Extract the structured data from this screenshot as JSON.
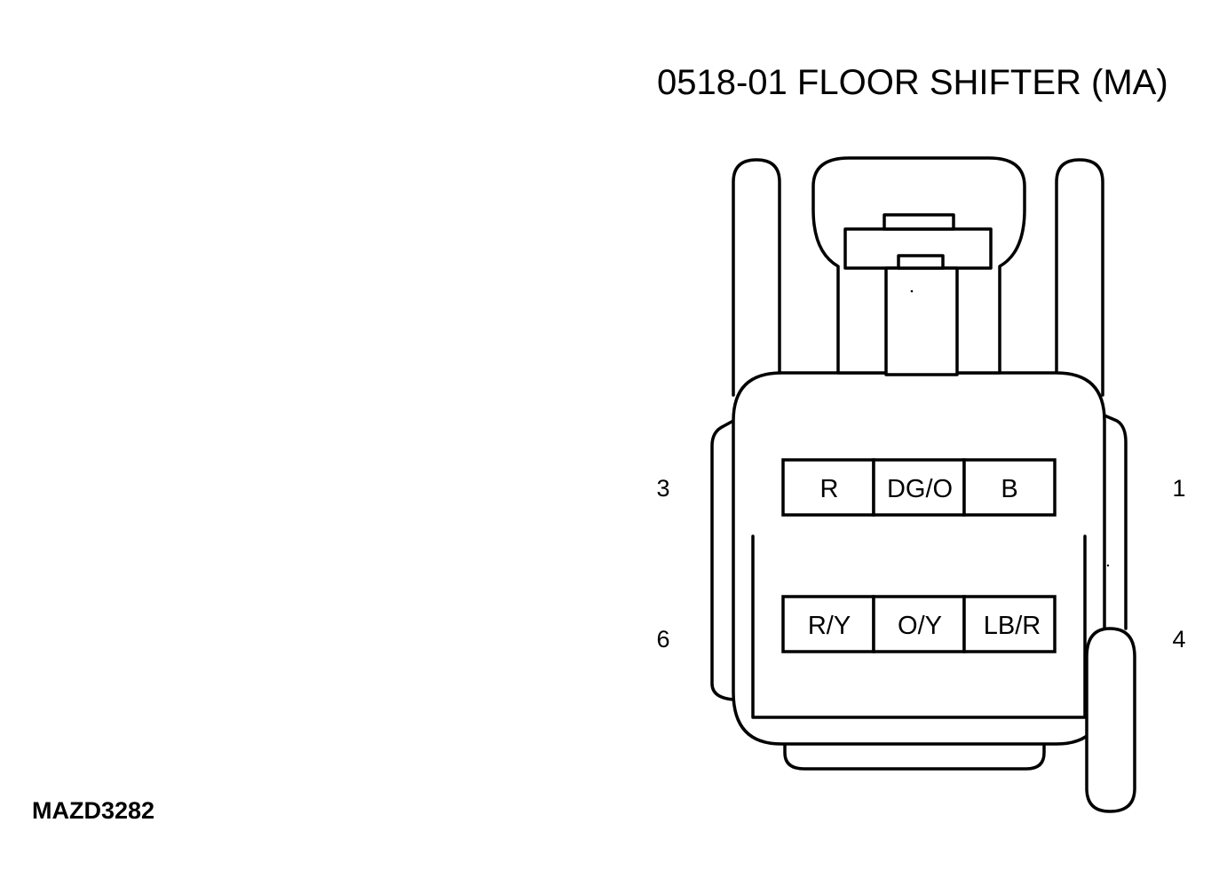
{
  "title": "0518-01 FLOOR SHIFTER (MA)",
  "pin_numbers": {
    "top_left": "3",
    "top_right": "1",
    "bottom_left": "6",
    "bottom_right": "4"
  },
  "cavities": {
    "top_row": [
      "R",
      "DG/O",
      "B"
    ],
    "bottom_row": [
      "R/Y",
      "O/Y",
      "LB/R"
    ]
  },
  "figure_id": "MAZD3282"
}
